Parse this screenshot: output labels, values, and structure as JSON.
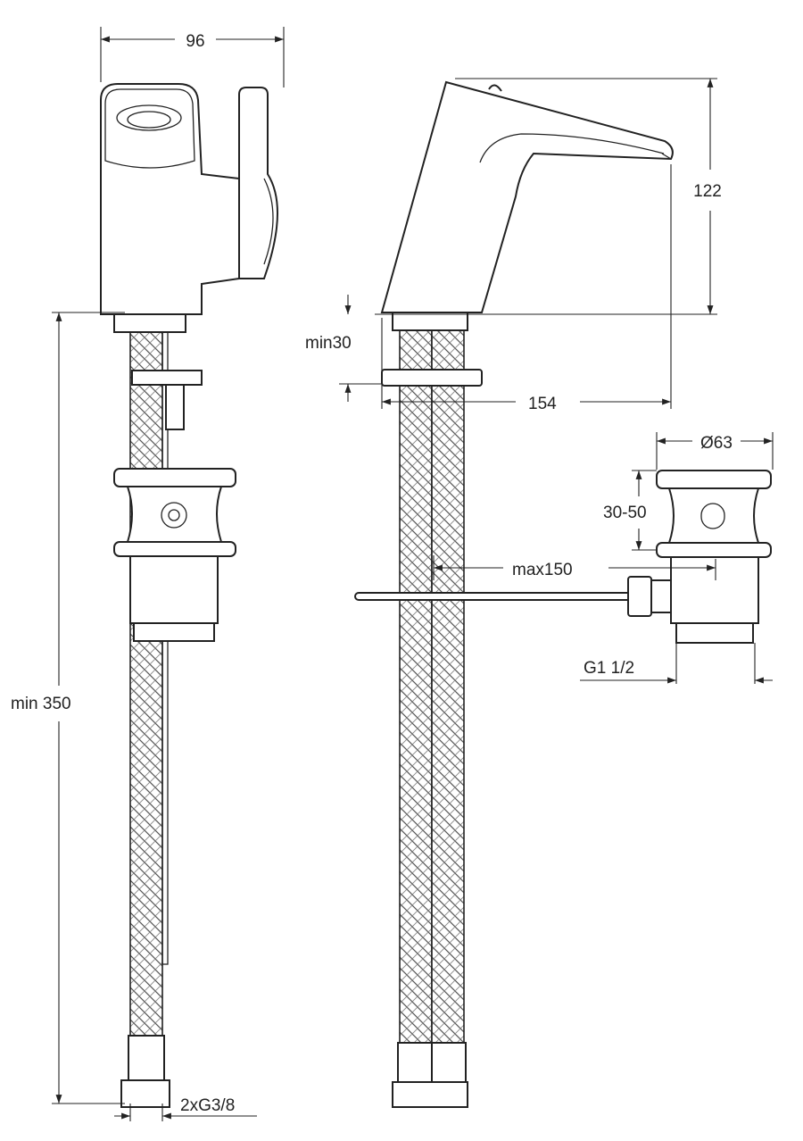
{
  "colors": {
    "line": "#222222",
    "background": "#ffffff"
  },
  "dimensions": {
    "width_96": "96",
    "height_122": "122",
    "min_30": "min30",
    "spout_154": "154",
    "diameter_63": "Ø63",
    "waste_30_50": "30-50",
    "rod_max150": "max150",
    "waste_thread": "G1 1/2",
    "hose_min350": "min 350",
    "hose_thread": "2xG3/8"
  }
}
